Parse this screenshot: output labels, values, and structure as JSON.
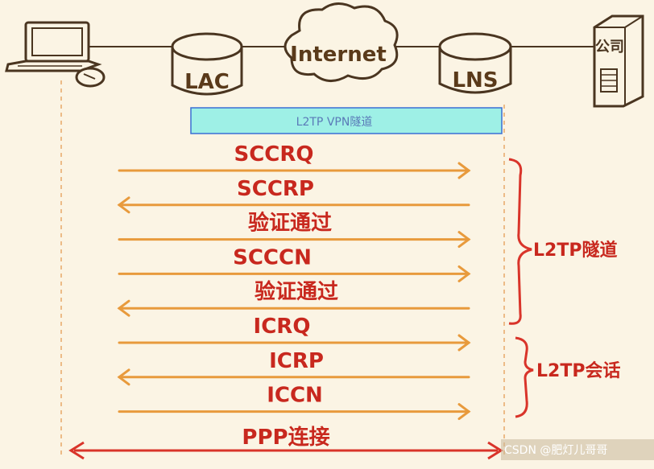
{
  "nodes": {
    "lac": "LAC",
    "internet": "Internet",
    "lns": "LNS",
    "server": "公司"
  },
  "banner": {
    "text": "L2TP VPN隧道",
    "fill": "#9ef0e6",
    "stroke": "#3b6fd4"
  },
  "messages": [
    {
      "label": "SCCRQ",
      "direction": "right"
    },
    {
      "label": "SCCRP",
      "direction": "left"
    },
    {
      "label": "验证通过",
      "direction": "right"
    },
    {
      "label": "SCCCN",
      "direction": "right"
    },
    {
      "label": "验证通过",
      "direction": "left"
    },
    {
      "label": "ICRQ",
      "direction": "right"
    },
    {
      "label": "ICRP",
      "direction": "left"
    },
    {
      "label": "ICCN",
      "direction": "right"
    }
  ],
  "ppp": {
    "label": "PPP连接"
  },
  "brackets": {
    "tunnel": "L2TP隧道",
    "session": "L2TP会话"
  },
  "watermark": "CSDN @肥灯儿哥哥",
  "colors": {
    "arrow": "#e89a3c",
    "text_red": "#c8281e",
    "bracket_red": "#d9342a",
    "line_brown": "#5a3a1a",
    "dashed": "#e8a868"
  }
}
